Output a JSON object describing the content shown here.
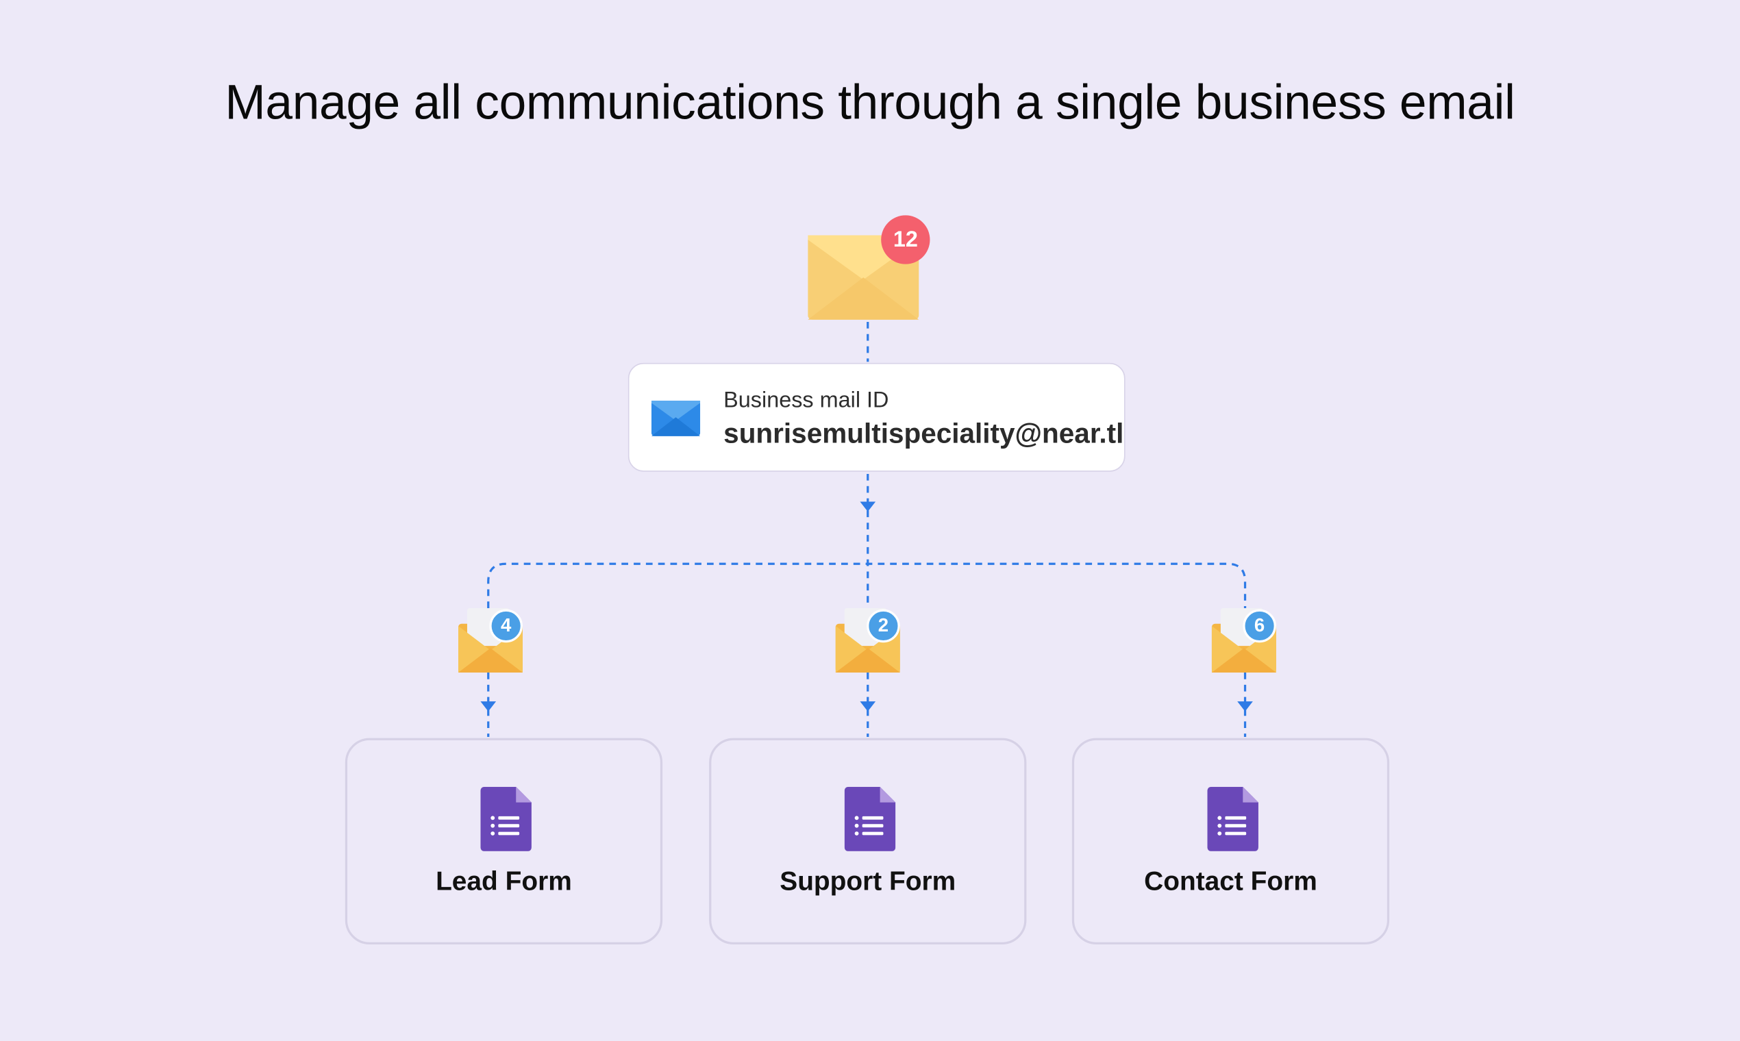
{
  "title": "Manage all communications through a single business email",
  "main_inbox": {
    "icon": "envelope-icon",
    "badge_count": "12",
    "badge_color": "#f4606d"
  },
  "business_mail": {
    "icon": "mail-icon",
    "label": "Business mail ID",
    "address": "sunrisemultispeciality@near.tl"
  },
  "forms": [
    {
      "label": "Lead Form",
      "count": "4",
      "icon": "google-form-icon"
    },
    {
      "label": "Support Form",
      "count": "2",
      "icon": "google-form-icon"
    },
    {
      "label": "Contact Form",
      "count": "6",
      "icon": "google-form-icon"
    }
  ],
  "colors": {
    "background": "#ede9f8",
    "connector": "#2f7be6",
    "form_icon": "#6a48b8",
    "sub_badge": "#4a9fe6",
    "envelope": "#f7c96a"
  }
}
